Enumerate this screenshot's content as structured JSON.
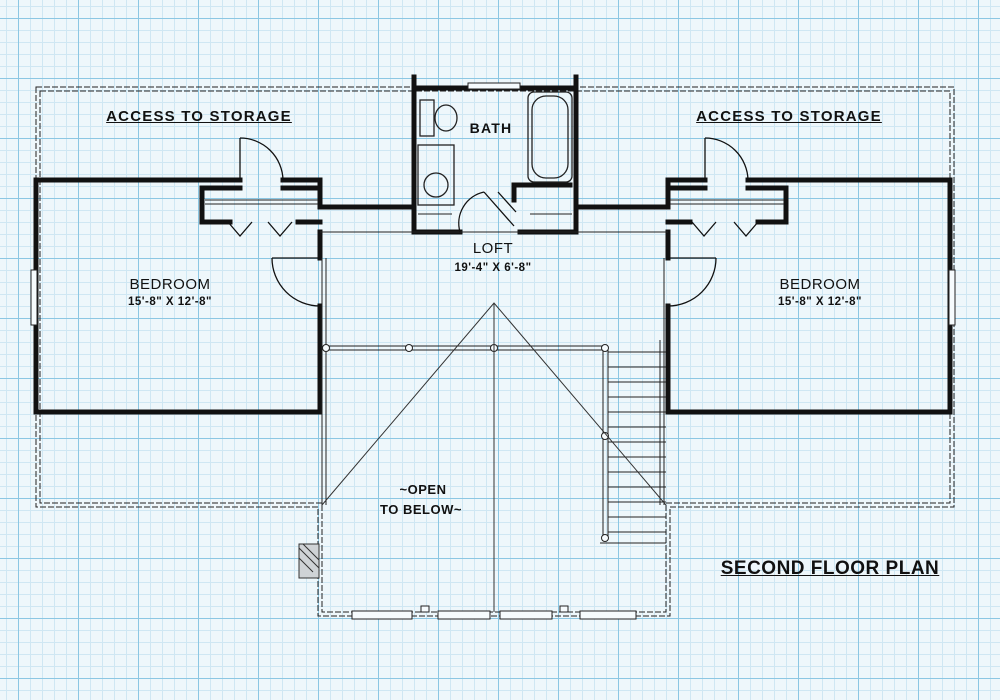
{
  "labels": {
    "storage_left": "ACCESS TO STORAGE",
    "storage_right": "ACCESS TO STORAGE",
    "bath": "BATH",
    "loft": "LOFT",
    "loft_dims": "19'-4\" X 6'-8\"",
    "bedroom_left": "BEDROOM",
    "bedroom_left_dims": "15'-8\" X 12'-8\"",
    "bedroom_right": "BEDROOM",
    "bedroom_right_dims": "15'-8\" X 12'-8\"",
    "open_line1": "~OPEN",
    "open_line2": "TO BELOW~",
    "plan_title": "SECOND FLOOR PLAN"
  },
  "colors": {
    "paper": "#eef7fb",
    "grid_major": "#8cc7e3",
    "grid_minor": "#cfe7f3",
    "ink": "#111111"
  }
}
